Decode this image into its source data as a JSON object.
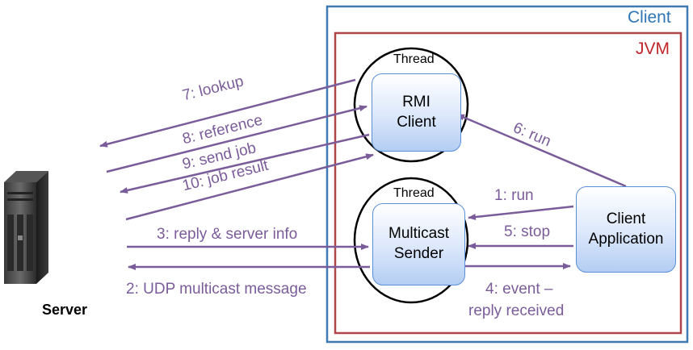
{
  "client": {
    "label": "Client",
    "border_color": "#3f7ab5",
    "label_color": "#2e75b6"
  },
  "jvm": {
    "label": "JVM",
    "border_color": "#b0454a",
    "label_color": "#c0262c"
  },
  "threads": [
    {
      "label": "Thread"
    },
    {
      "label": "Thread"
    }
  ],
  "rmi_client": {
    "line1": "RMI",
    "line2": "Client"
  },
  "multicast_sender": {
    "line1": "Multicast",
    "line2": "Sender"
  },
  "client_application": {
    "line1": "Client",
    "line2": "Application"
  },
  "server": {
    "label": "Server"
  },
  "arrow_color": "#7b5c9a",
  "messages": {
    "m1": "1: run",
    "m2": "2: UDP multicast message",
    "m3": "3: reply & server info",
    "m4_line1": "4: event –",
    "m4_line2": "reply received",
    "m5": "5: stop",
    "m6": "6: run",
    "m7": "7: lookup",
    "m8": "8: reference",
    "m9": "9: send job",
    "m10": "10: job result"
  }
}
